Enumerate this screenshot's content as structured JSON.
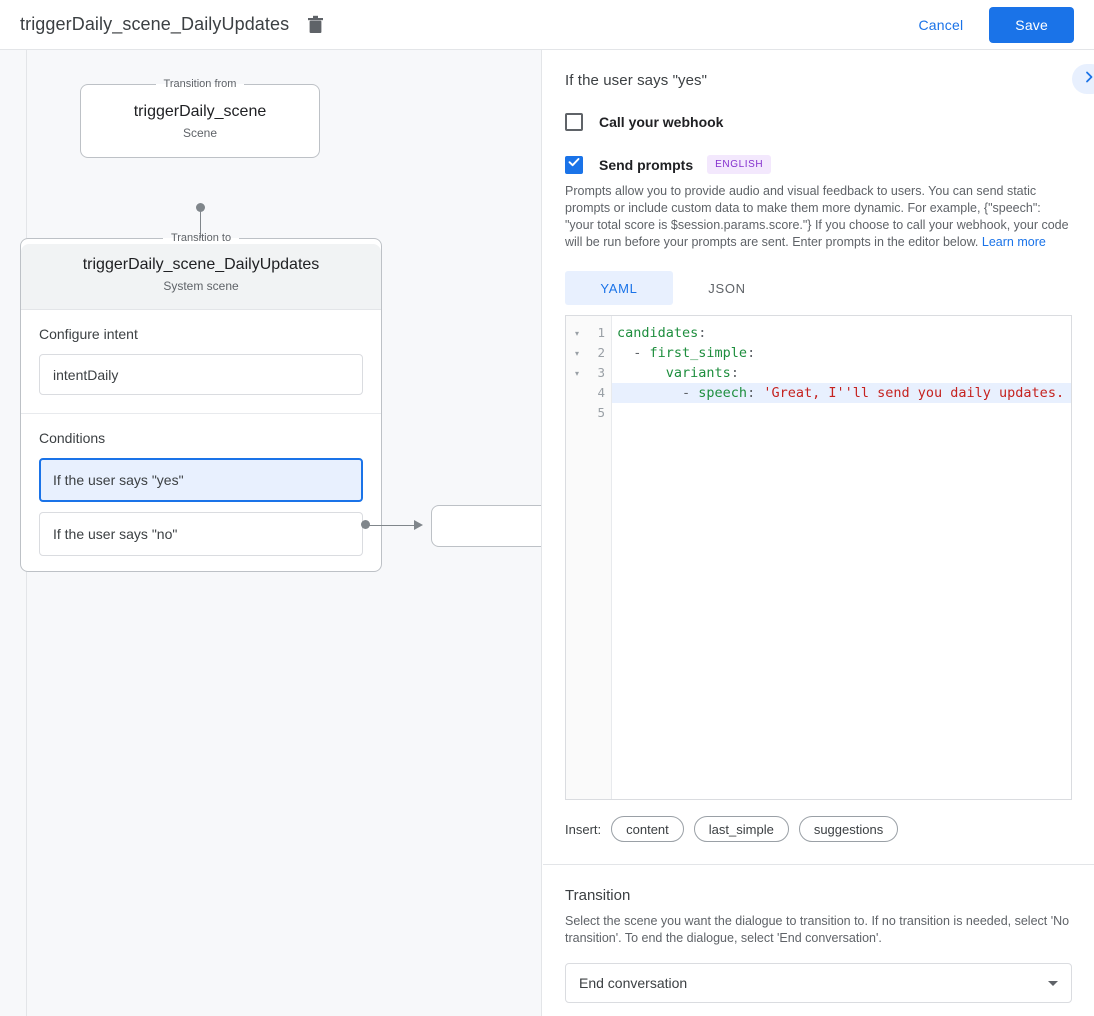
{
  "topbar": {
    "title": "triggerDaily_scene_DailyUpdates",
    "delete_icon": "trash-icon",
    "cancel_label": "Cancel",
    "save_label": "Save"
  },
  "colors": {
    "accent": "#1a73e8",
    "accent_light": "#e8f0fe",
    "badge_bg": "#f3e8fd",
    "badge_fg": "#8430ce",
    "canvas_bg": "#f7f8fa",
    "yaml_key": "#1e8e3e",
    "yaml_string": "#c5221f"
  },
  "canvas": {
    "from_node": {
      "legend": "Transition from",
      "name": "triggerDaily_scene",
      "subtitle": "Scene"
    },
    "to_node": {
      "legend": "Transition to",
      "name": "triggerDaily_scene_DailyUpdates",
      "subtitle": "System scene"
    },
    "intent_section": {
      "title": "Configure intent",
      "value": "intentDaily"
    },
    "conditions_section": {
      "title": "Conditions",
      "items": [
        {
          "label": "If the user says \"yes\"",
          "selected": true
        },
        {
          "label": "If the user says \"no\"",
          "selected": false
        }
      ]
    }
  },
  "panel": {
    "title": "If the user says \"yes\"",
    "expand_icon": "chevron-right-icon",
    "webhook": {
      "label": "Call your webhook",
      "checked": false
    },
    "prompts": {
      "label": "Send prompts",
      "checked": true,
      "language_badge": "ENGLISH",
      "help_text": "Prompts allow you to provide audio and visual feedback to users. You can send static prompts or include custom data to make them more dynamic. For example, {\"speech\": \"your total score is $session.params.score.\"} If you choose to call your webhook, your code will be run before your prompts are sent. Enter prompts in the editor below.",
      "learn_more": "Learn more"
    },
    "editor": {
      "tabs": [
        {
          "label": "YAML",
          "active": true
        },
        {
          "label": "JSON",
          "active": false
        }
      ],
      "line_numbers": [
        "1",
        "2",
        "3",
        "4",
        "5"
      ],
      "fold_markers": [
        "▾",
        "▾",
        "▾",
        "",
        ""
      ],
      "lines": [
        {
          "n": 1,
          "key": "candidates",
          "dash": "",
          "indent": "",
          "value": "",
          "highlighted": false
        },
        {
          "n": 2,
          "key": "first_simple",
          "dash": "- ",
          "indent": "  ",
          "value": "",
          "highlighted": false
        },
        {
          "n": 3,
          "key": "variants",
          "dash": "",
          "indent": "      ",
          "value": "",
          "highlighted": false
        },
        {
          "n": 4,
          "key": "speech",
          "dash": "- ",
          "indent": "        ",
          "value": "'Great, I''ll send you daily updates.",
          "highlighted": true
        },
        {
          "n": 5,
          "key": "",
          "dash": "",
          "indent": "",
          "value": "",
          "highlighted": false
        }
      ],
      "raw_text": "candidates:\n  - first_simple:\n      variants:\n        - speech: 'Great, I''ll send you daily updates.'\n"
    },
    "insert": {
      "label": "Insert:",
      "chips": [
        "content",
        "last_simple",
        "suggestions"
      ]
    },
    "transition": {
      "title": "Transition",
      "description": "Select the scene you want the dialogue to transition to. If no transition is needed, select 'No transition'. To end the dialogue, select 'End conversation'.",
      "selected_value": "End conversation"
    }
  }
}
